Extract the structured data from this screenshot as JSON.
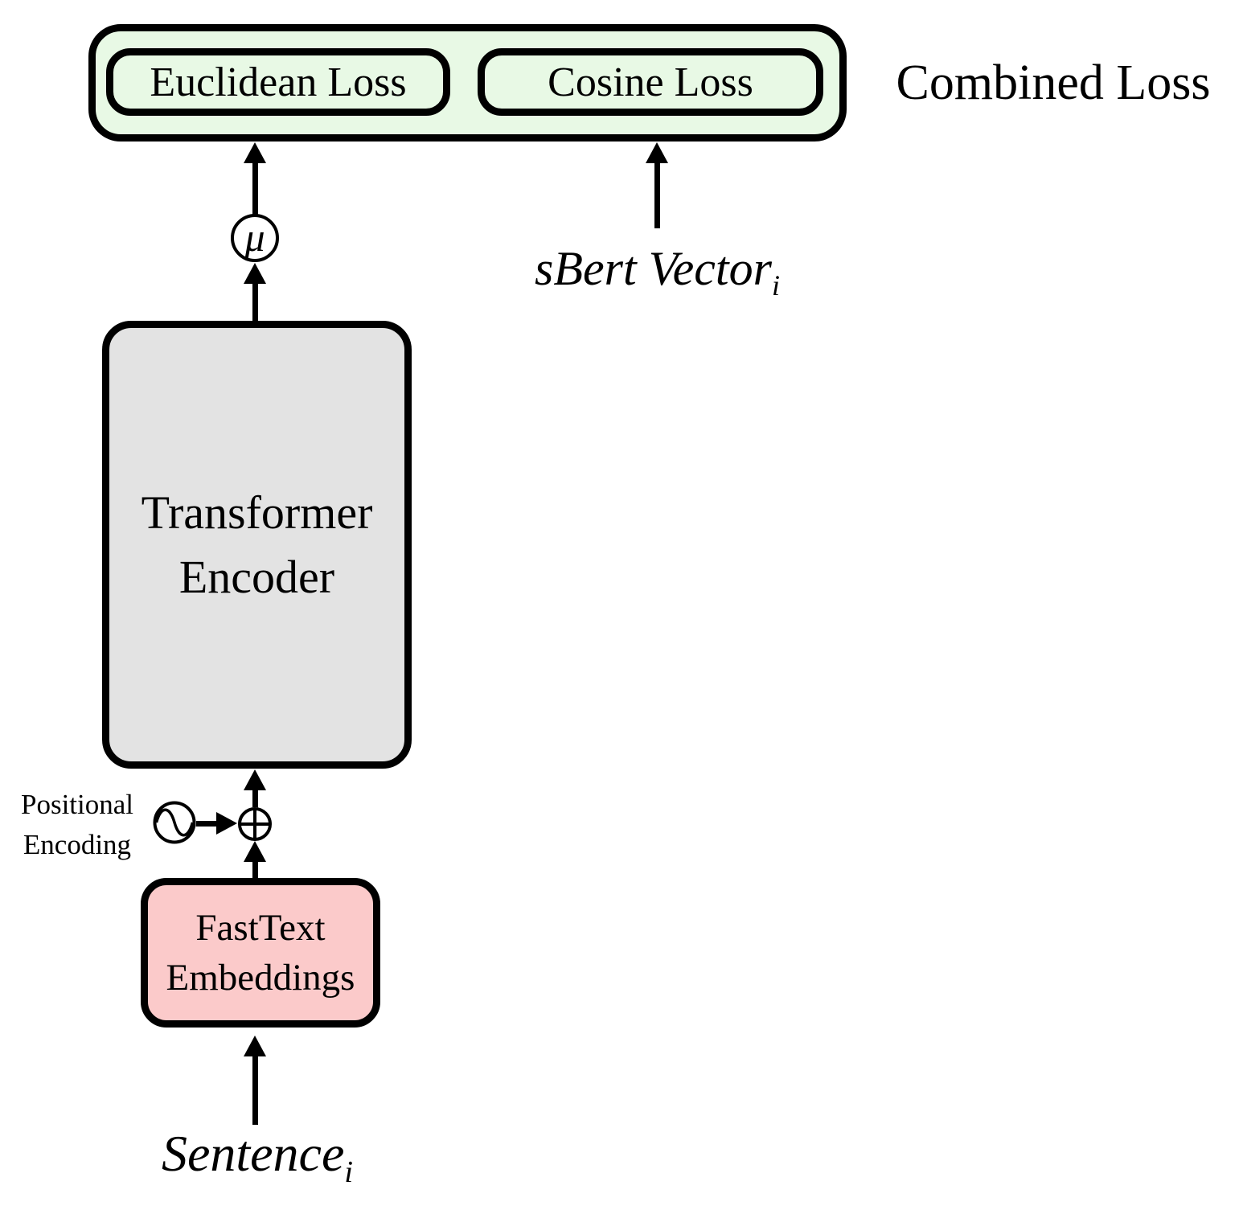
{
  "loss_section": {
    "combined_label": "Combined Loss",
    "boxes": [
      {
        "label": "Euclidean Loss"
      },
      {
        "label": "Cosine Loss"
      }
    ]
  },
  "pooling": {
    "mu_symbol": "μ"
  },
  "sbert_input": {
    "label": "sBert Vector",
    "subscript": "i"
  },
  "encoder": {
    "line1": "Transformer",
    "line2": "Encoder"
  },
  "positional_encoding": {
    "line1": "Positional",
    "line2": "Encoding",
    "source_icon": "sine-wave-icon",
    "combine_icon": "circled-plus-icon"
  },
  "embeddings": {
    "line1": "FastText",
    "line2": "Embeddings"
  },
  "sentence_input": {
    "label": "Sentence",
    "subscript": "i"
  },
  "colors": {
    "loss_green": "#e8f9e5",
    "encoder_gray": "#e3e3e3",
    "embeddings_pink": "#fbcaca",
    "outline_black": "#000000"
  }
}
